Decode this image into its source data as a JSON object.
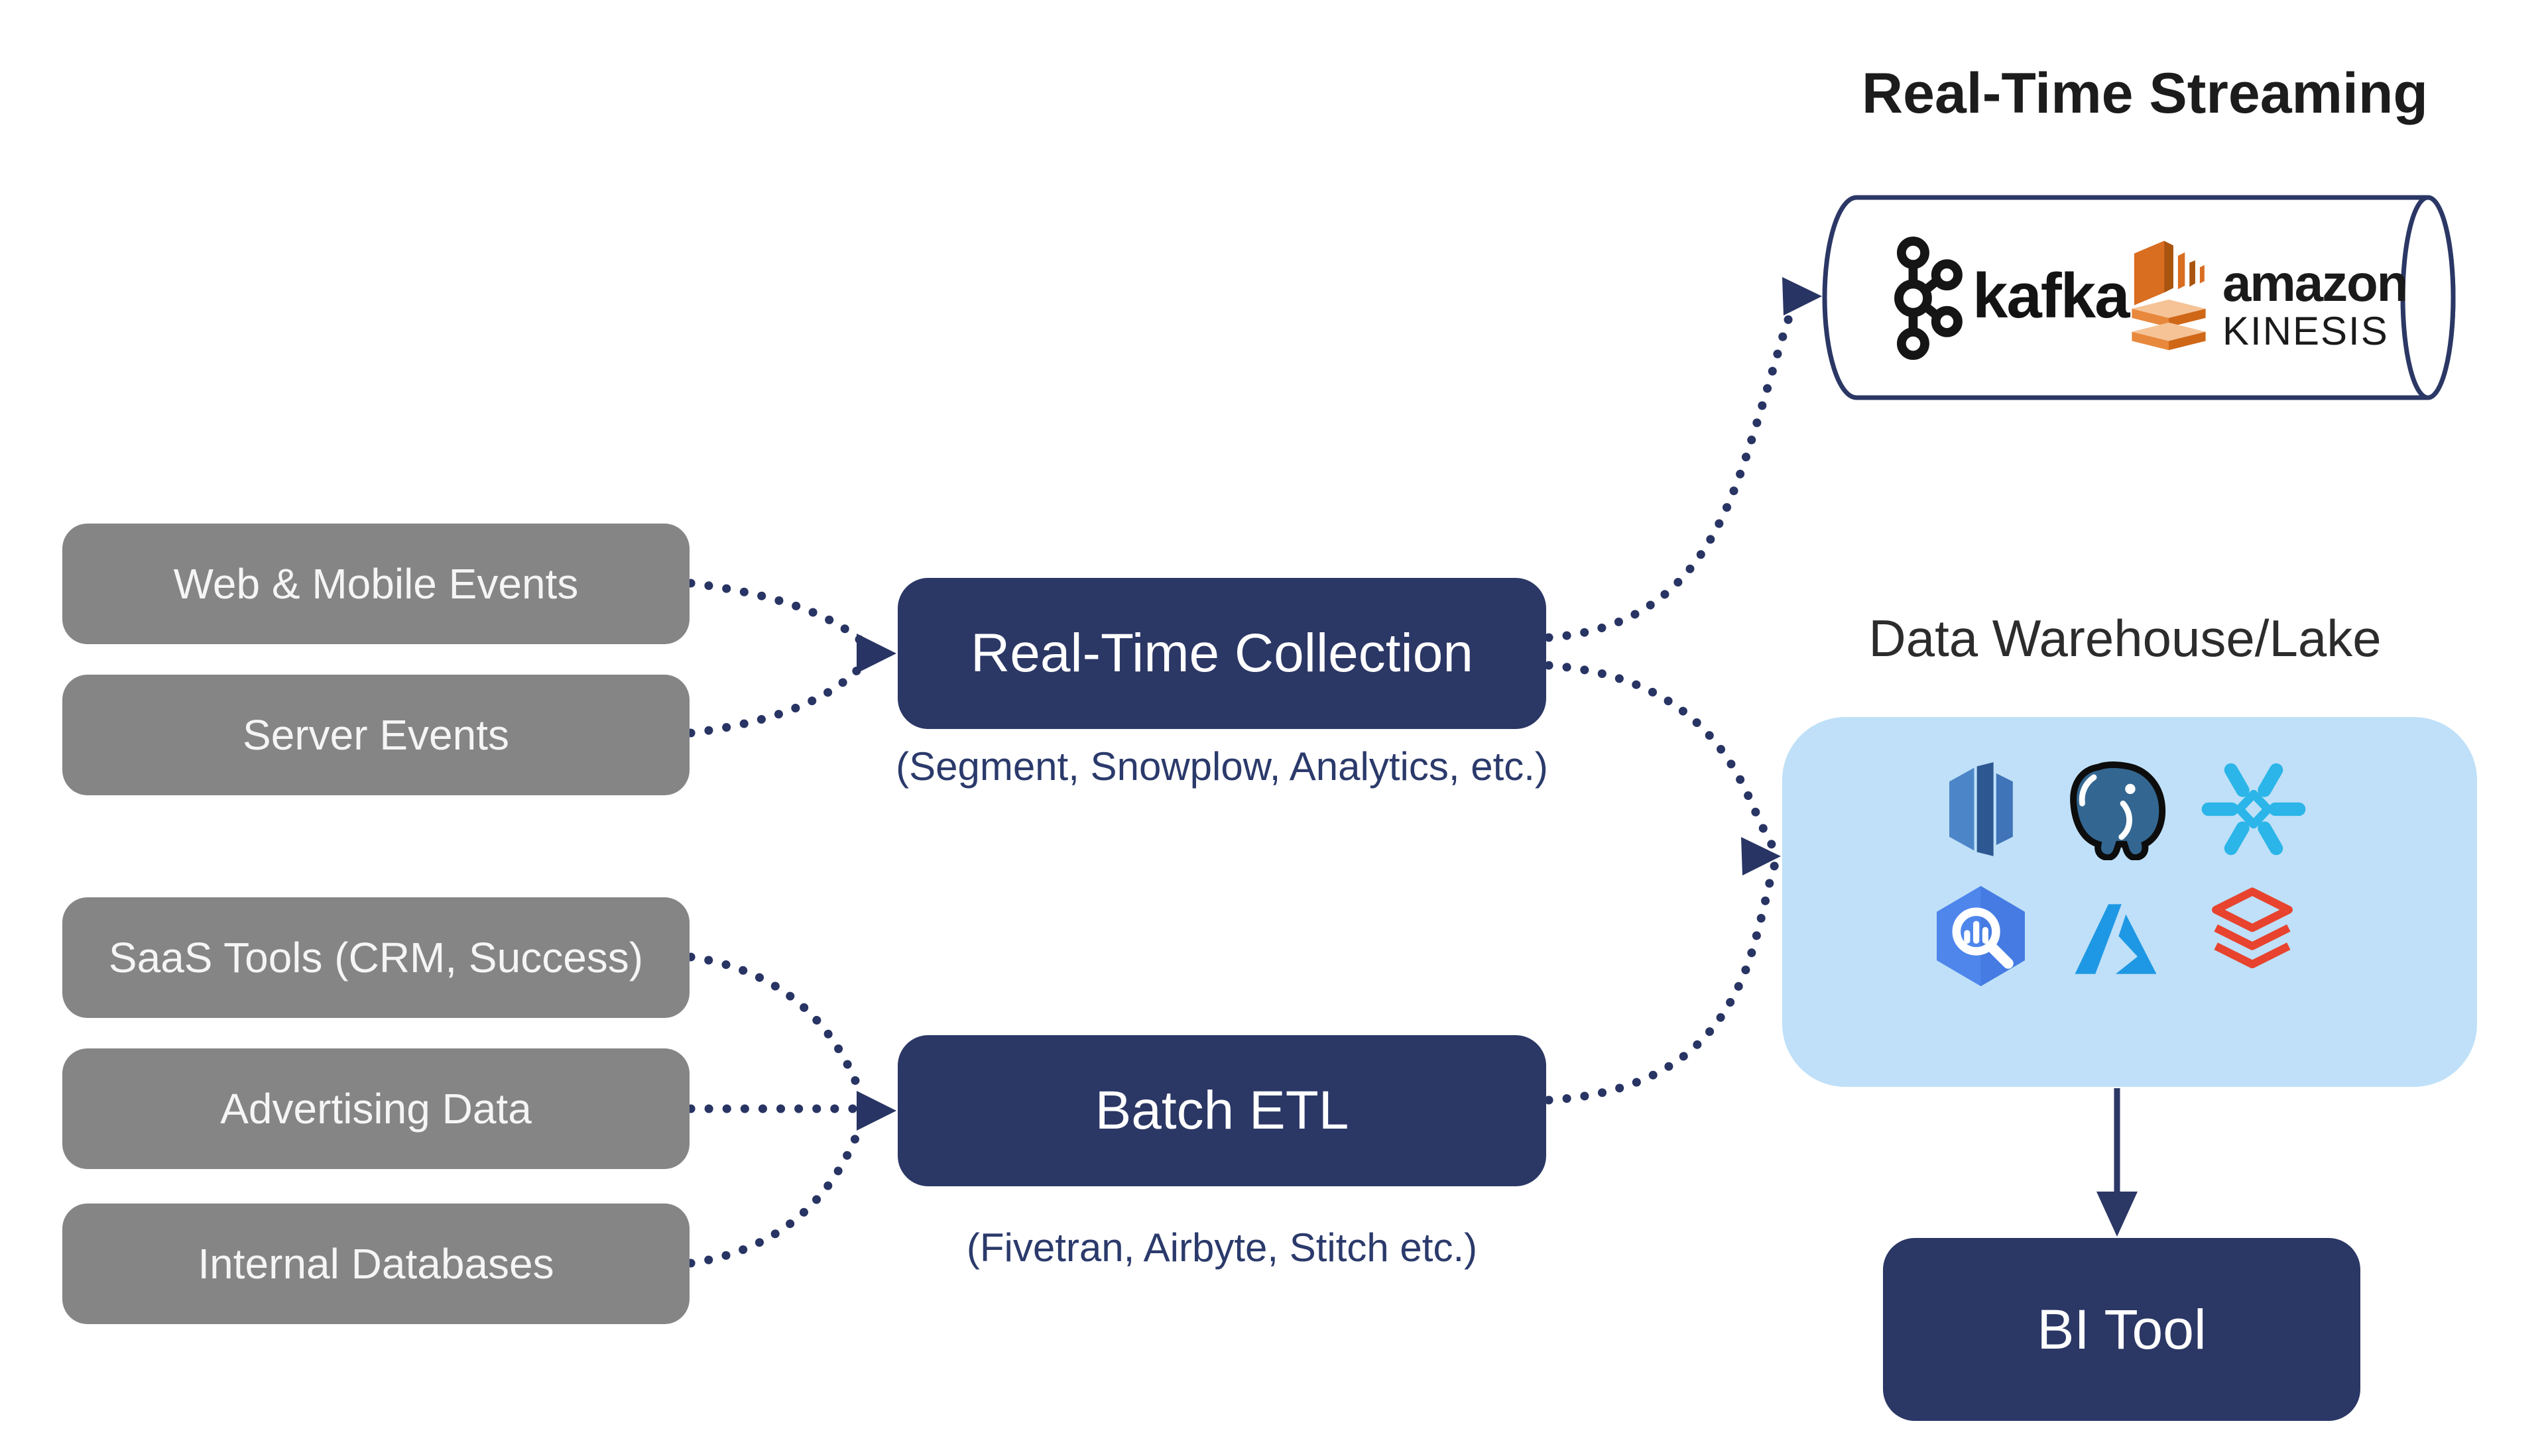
{
  "sources": {
    "realtime": [
      {
        "label": "Web & Mobile Events"
      },
      {
        "label": "Server Events"
      }
    ],
    "batch": [
      {
        "label": "SaaS Tools (CRM, Success)"
      },
      {
        "label": "Advertising Data"
      },
      {
        "label": "Internal Databases"
      }
    ]
  },
  "processors": {
    "realtime": {
      "label": "Real-Time Collection",
      "caption": "(Segment, Snowplow, Analytics, etc.)"
    },
    "batch": {
      "label": "Batch ETL",
      "caption": "(Fivetran, Airbyte, Stitch etc.)"
    }
  },
  "streaming": {
    "title": "Real-Time Streaming",
    "kafka": {
      "label": "kafka"
    },
    "kinesis": {
      "brand": "amazon",
      "product": "KINESIS"
    }
  },
  "warehouse": {
    "title": "Data Warehouse/Lake",
    "icons": [
      "amazon-redshift-icon",
      "postgresql-icon",
      "snowflake-icon",
      "google-bigquery-icon",
      "microsoft-azure-icon",
      "databricks-icon"
    ]
  },
  "bi": {
    "label": "BI Tool"
  },
  "colors": {
    "navy": "#2b3765",
    "dot_navy": "#283463",
    "gray": "#858585",
    "light_blue": "#bfe0f8",
    "kafka_black": "#141414",
    "kinesis_orange": "#d96d20",
    "snowflake_blue": "#2bb5e8",
    "databricks_red": "#e8432e",
    "title_dark": "#1c1c1c"
  }
}
